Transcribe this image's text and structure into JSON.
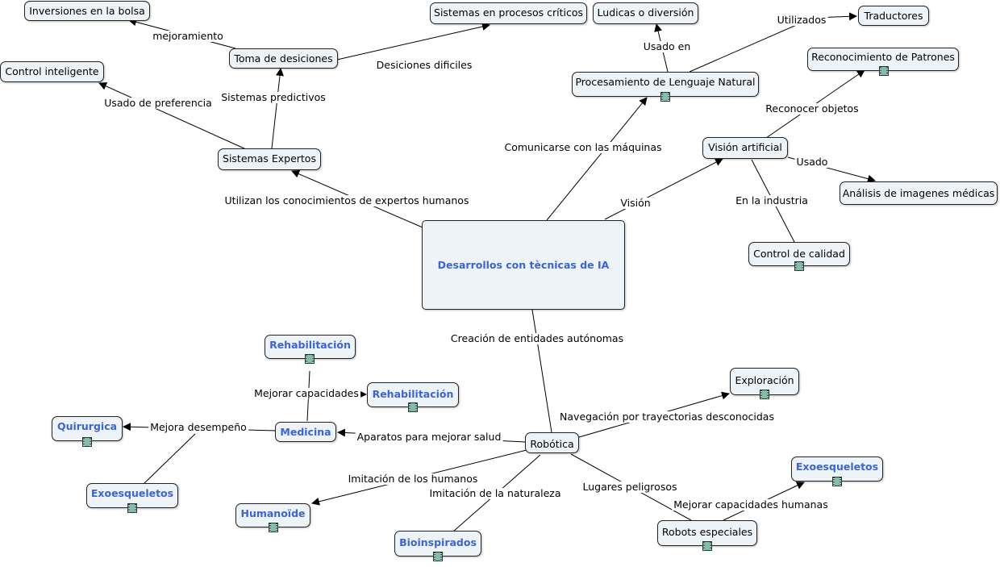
{
  "center": {
    "label": "Desarrollos con tècnicas de IA",
    "color": "#3a64d8"
  },
  "nodes": {
    "inversiones": "Inversiones en la bolsa",
    "toma": "Toma de desiciones",
    "sistemas_criticos": "Sistemas en procesos críticos",
    "ludicas": "Ludicas o diversión",
    "traductores": "Traductores",
    "control_inteligente": "Control inteligente",
    "reconocimiento": "Reconocimiento de Patrones",
    "pln": "Procesamiento de Lenguaje Natural",
    "sistemas_expertos": "Sistemas Expertos",
    "vision": "Visión artificial",
    "analisis": "Análisis de imagenes médicas",
    "control_calidad": "Control de calidad",
    "rehab1": "Rehabilitación",
    "rehab2": "Rehabilitación",
    "exploracion": "Exploración",
    "quirurgica": "Quirurgica",
    "medicina": "Medicina",
    "robotica": "Robótica",
    "exo_right": "Exoesqueletos",
    "exo_left": "Exoesqueletos",
    "humanoide": "Humanoïde",
    "robots_especiales": "Robots especiales",
    "bioinspirados": "Bioinspirados"
  },
  "links": {
    "mejoramiento": "mejoramiento",
    "desiciones_dificiles": "Desiciones dificiles",
    "utilizados": "Utilizados",
    "usado_en": "Usado en",
    "usado_preferencia": "Usado de preferencia",
    "sistemas_predictivos": "Sistemas predictivos",
    "reconocer_objetos": "Reconocer objetos",
    "comunicarse": "Comunicarse con las máquinas",
    "usado": "Usado",
    "vision": "Visión",
    "utilizan": "Utilizan los conocimientos de expertos humanos",
    "en_la_industria": "En la industria",
    "creacion": "Creación de entidades autónomas",
    "mejorar_capacidades": "Mejorar capacidades",
    "navegacion": "Navegación por trayectorias desconocidas",
    "mejora_desempeno": "Mejora desempeño",
    "aparatos": "Aparatos para mejorar salud",
    "imitacion_humanos": "Imitación de los humanos",
    "imitacion_naturaleza": "Imitación de la naturaleza",
    "lugares_peligrosos": "Lugares peligrosos",
    "mejorar_capacidades_humanas": "Mejorar capacidades humanas"
  },
  "icons": {
    "film": "film-icon"
  },
  "colors": {
    "node_fill": "#eef3f7",
    "node_border": "#222222",
    "bold_text": "#3a64d8",
    "line": "#000000"
  }
}
